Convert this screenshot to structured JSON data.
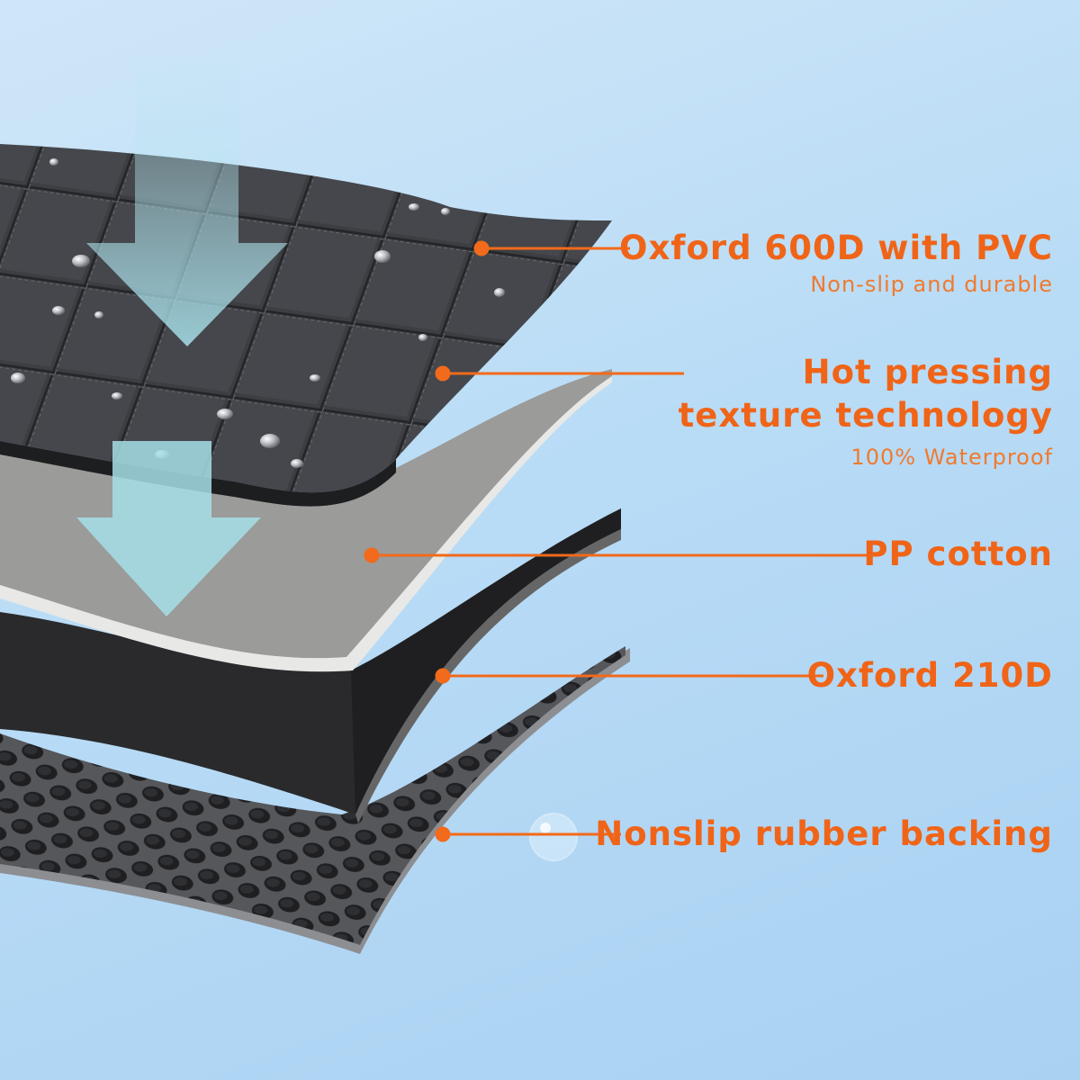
{
  "layers": [
    {
      "title_lines": [
        "Oxford 600D with PVC"
      ],
      "subtitle": "Non-slip and durable"
    },
    {
      "title_lines": [
        "Hot pressing",
        "texture technology"
      ],
      "subtitle": "100% Waterproof"
    },
    {
      "title_lines": [
        "PP cotton"
      ],
      "subtitle": ""
    },
    {
      "title_lines": [
        "Oxford 210D"
      ],
      "subtitle": ""
    },
    {
      "title_lines": [
        "Nonslip rubber backing"
      ],
      "subtitle": ""
    }
  ],
  "colors": {
    "accent": "#f26a1b",
    "background": "#b9dcf6",
    "arrow": "#9fd8e6",
    "top_layer": "#3a3c3f",
    "cotton_layer": "#9a9a98",
    "oxford_layer": "#2b2b2d",
    "rubber_layer": "#3d3d40"
  },
  "icons": [
    "down-arrow-icon",
    "water-droplet-icon",
    "bubble-icon"
  ]
}
